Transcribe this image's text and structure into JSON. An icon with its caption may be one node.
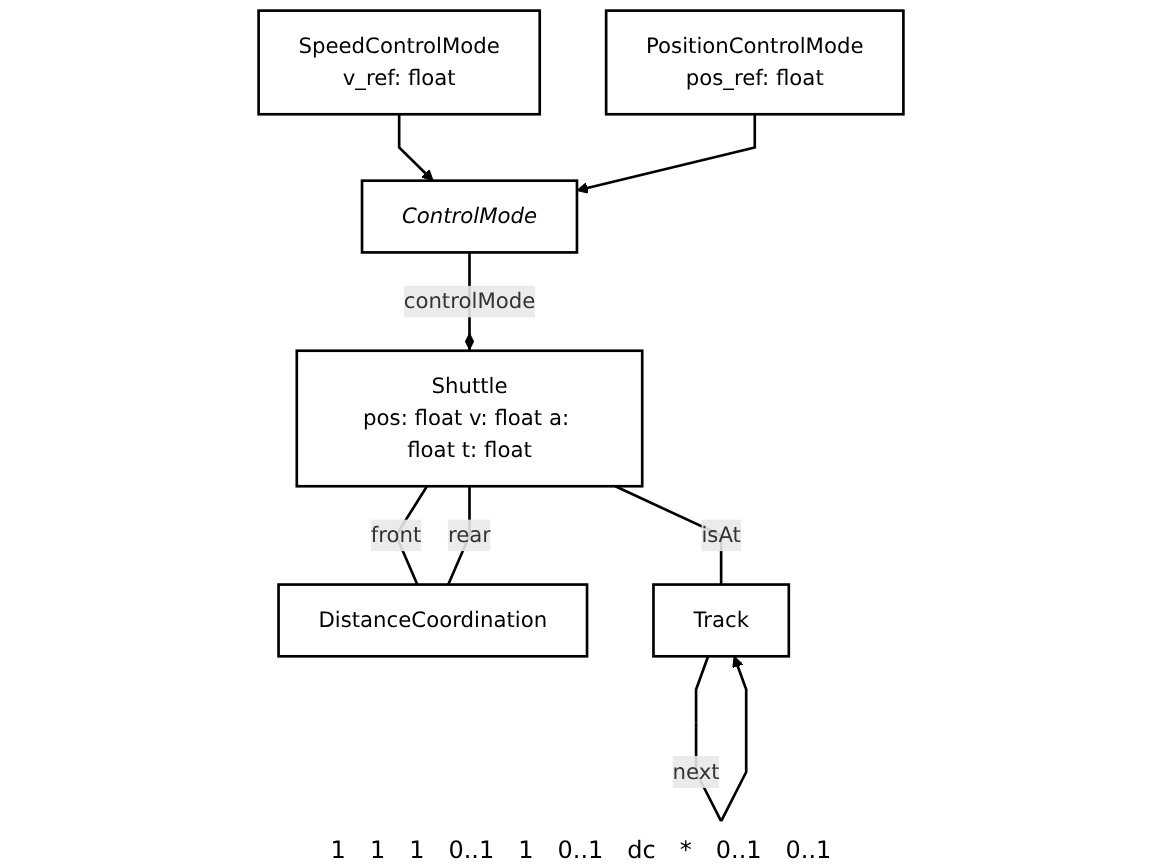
{
  "diagram": {
    "nodes": [
      {
        "text": [
          "SpeedControlMode",
          "v_ref: float"
        ]
      },
      {
        "text": [
          "PositionControlMode",
          "pos_ref: float"
        ]
      },
      {
        "text": [
          "ControlMode"
        ]
      },
      {
        "text": [
          "Shuttle",
          "pos: float v: float a: float t: float"
        ]
      },
      {
        "text": [
          "DistanceCoordination"
        ]
      },
      {
        "text": [
          "Track"
        ]
      }
    ],
    "edges": [
      {
        "from": 0,
        "to": 2,
        "arrow": "to"
      },
      {
        "from": 1,
        "to": 2,
        "arrow": "to"
      },
      {
        "from": 2,
        "to": 3,
        "arrow": "other",
        "label": "controlMode"
      },
      {
        "from": 3,
        "to": 4,
        "arrow": "none",
        "label": "front"
      },
      {
        "from": 3,
        "to": 4,
        "arrow": "none",
        "label": "rear"
      },
      {
        "from": 3,
        "to": 5,
        "arrow": "none",
        "label": "isAt"
      },
      {
        "from": 5,
        "to": 5,
        "arrow": "to",
        "label": "next"
      }
    ],
    "labels": [
      "1",
      "1",
      "1",
      "0..1",
      "1",
      "0..1",
      "dc",
      "*",
      "0..1",
      "0..1"
    ]
  }
}
